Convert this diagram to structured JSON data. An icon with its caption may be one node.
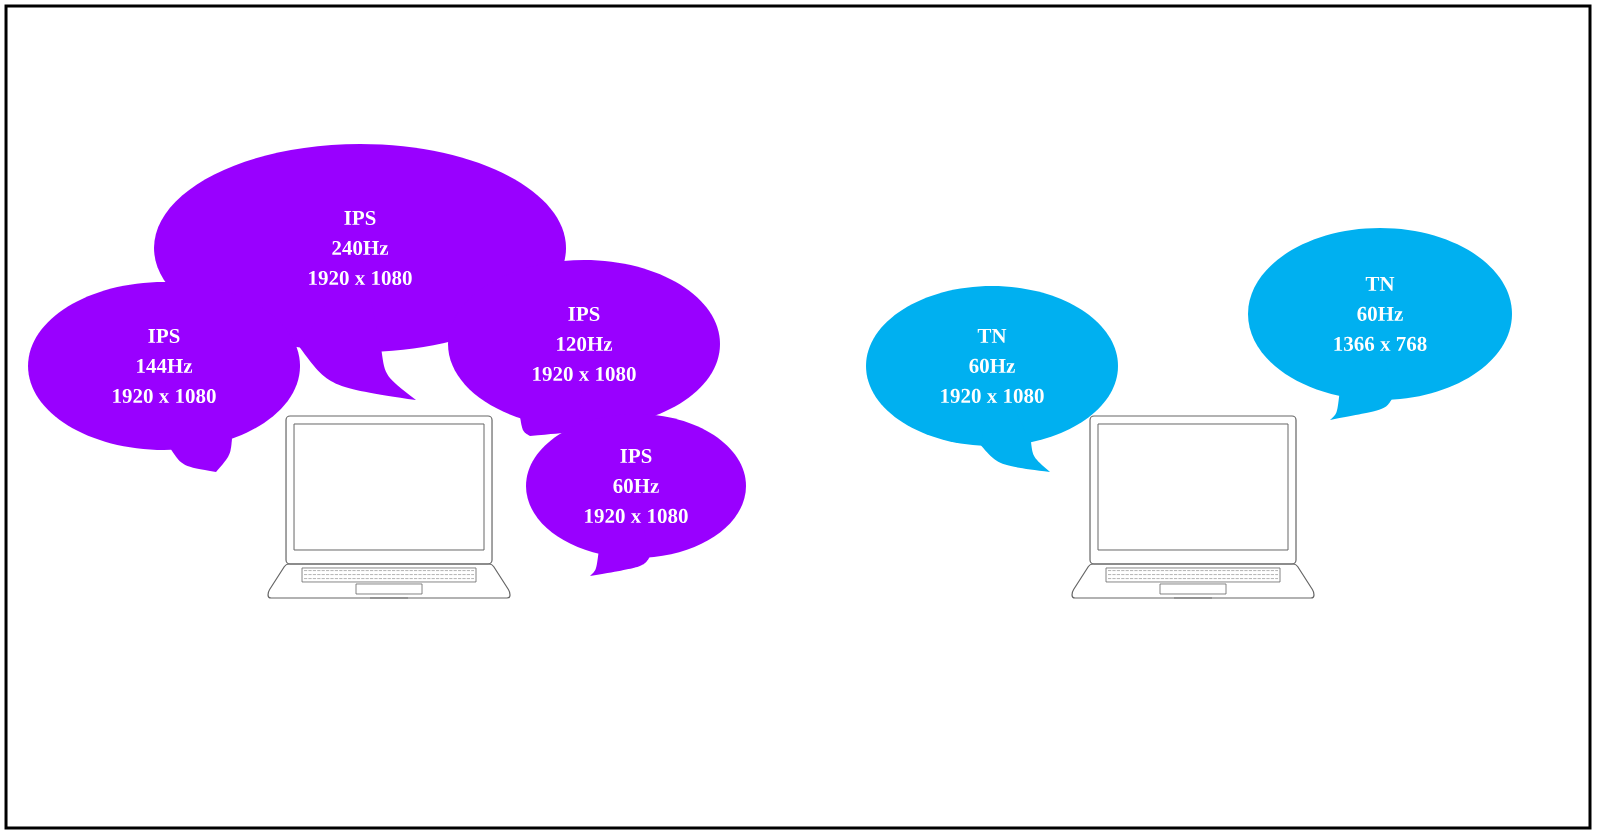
{
  "diagram": {
    "nodes": [
      {
        "text": [
          "IPS",
          "240Hz",
          "1920 x 1080"
        ]
      },
      {
        "text": [
          "IPS",
          "144Hz",
          "1920 x 1080"
        ]
      },
      {
        "text": [
          "IPS",
          "120Hz",
          "1920 x 1080"
        ]
      },
      {
        "text": [
          "IPS",
          "60Hz",
          "1920 x 1080"
        ]
      },
      {
        "text": [
          "TN",
          "60Hz",
          "1920 x 1080"
        ]
      },
      {
        "text": [
          "TN",
          "60Hz",
          "1366 x 768"
        ]
      }
    ]
  }
}
